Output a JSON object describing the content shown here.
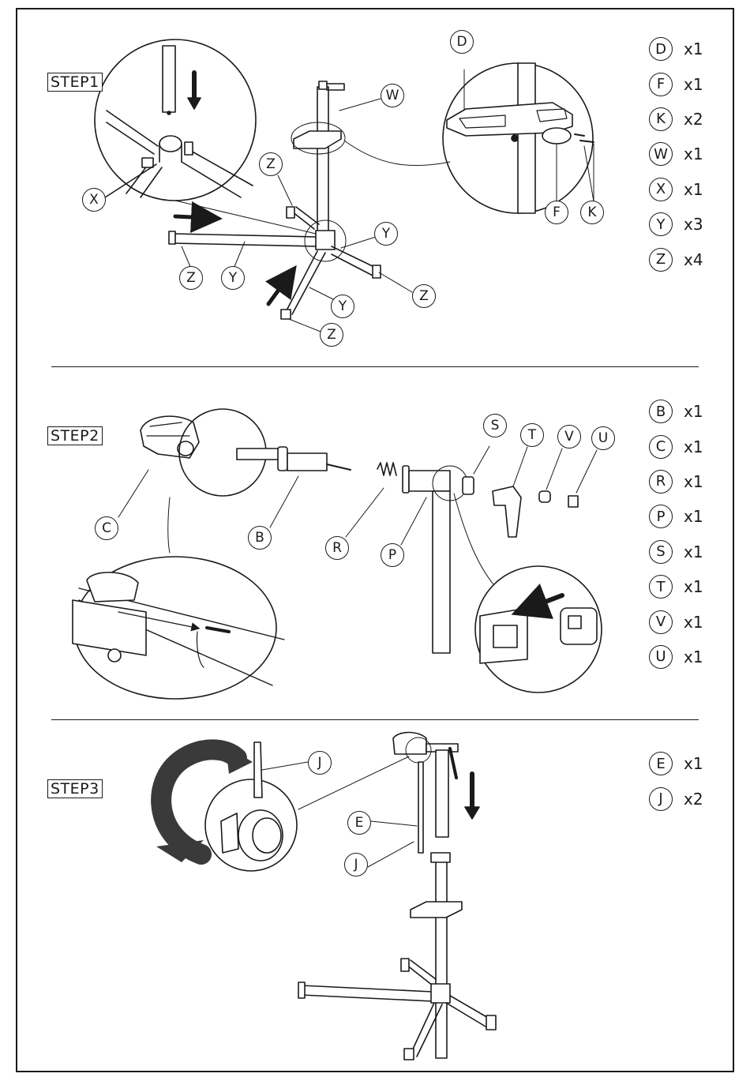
{
  "steps": [
    {
      "label": "STEP1",
      "parts": [
        {
          "letter": "D",
          "qty": "x1"
        },
        {
          "letter": "F",
          "qty": "x1"
        },
        {
          "letter": "K",
          "qty": "x2"
        },
        {
          "letter": "W",
          "qty": "x1"
        },
        {
          "letter": "X",
          "qty": "x1"
        },
        {
          "letter": "Y",
          "qty": "x3"
        },
        {
          "letter": "Z",
          "qty": "x4"
        }
      ]
    },
    {
      "label": "STEP2",
      "parts": [
        {
          "letter": "B",
          "qty": "x1"
        },
        {
          "letter": "C",
          "qty": "x1"
        },
        {
          "letter": "R",
          "qty": "x1"
        },
        {
          "letter": "P",
          "qty": "x1"
        },
        {
          "letter": "S",
          "qty": "x1"
        },
        {
          "letter": "T",
          "qty": "x1"
        },
        {
          "letter": "V",
          "qty": "x1"
        },
        {
          "letter": "U",
          "qty": "x1"
        }
      ]
    },
    {
      "label": "STEP3",
      "parts": [
        {
          "letter": "E",
          "qty": "x1"
        },
        {
          "letter": "J",
          "qty": "x2"
        }
      ]
    }
  ],
  "callouts": {
    "step1": [
      "D",
      "W",
      "Z",
      "X",
      "Y",
      "Z",
      "Y",
      "Y",
      "Z",
      "Z",
      "F",
      "K"
    ],
    "step2": [
      "S",
      "T",
      "V",
      "U",
      "C",
      "B",
      "R",
      "P"
    ],
    "step3": [
      "J",
      "E",
      "J"
    ]
  }
}
